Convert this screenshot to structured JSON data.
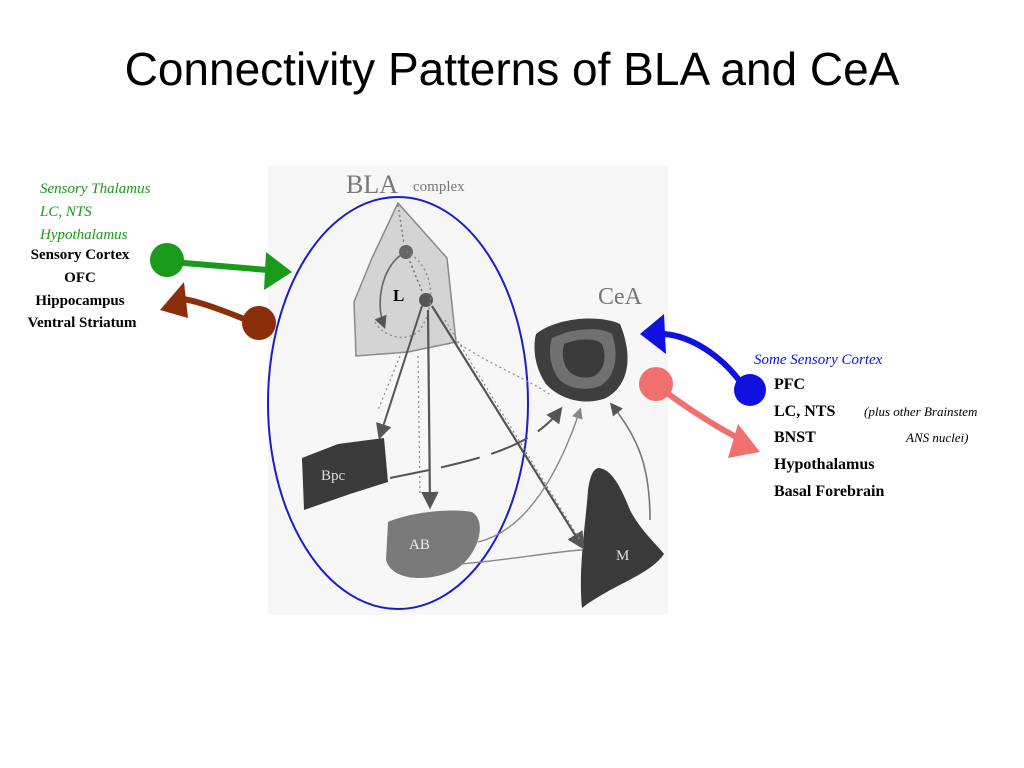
{
  "slide": {
    "title": "Connectivity Patterns of BLA and CeA"
  },
  "colors": {
    "green": "#1a9a1a",
    "brown": "#8b2f0a",
    "blue": "#1010e0",
    "salmon": "#f07070",
    "ellipse": "#1c1ccc"
  },
  "diagram": {
    "bla_label": "BLA",
    "bla_sub": "complex",
    "cea_label": "CeA",
    "nuclei": {
      "lateral": "L",
      "bpc": "Bpc",
      "ab": "AB",
      "m": "M"
    }
  },
  "left_inputs": {
    "green_items": [
      "Sensory Thalamus",
      "LC, NTS",
      "Hypothalamus"
    ],
    "black_items": [
      "Sensory Cortex",
      "OFC",
      "Hippocampus",
      "Ventral Striatum"
    ]
  },
  "right_inputs": {
    "blue_item": "Some Sensory Cortex",
    "items": [
      {
        "bold": "PFC",
        "note": ""
      },
      {
        "bold": "LC, NTS",
        "note": "(plus other Brainstem"
      },
      {
        "bold": "BNST",
        "note": "ANS nuclei)"
      },
      {
        "bold": "Hypothalamus",
        "note": ""
      },
      {
        "bold": "Basal Forebrain",
        "note": ""
      }
    ]
  }
}
